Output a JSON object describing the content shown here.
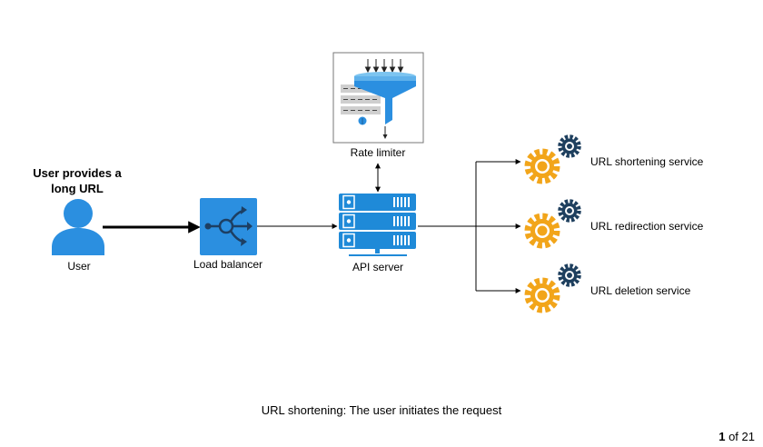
{
  "diagram": {
    "user": {
      "heading_line1": "User provides a",
      "heading_line2": "long URL",
      "label": "User",
      "icon": "user-icon"
    },
    "load_balancer": {
      "label": "Load balancer",
      "icon": "load-balancer-icon"
    },
    "rate_limiter": {
      "label": "Rate limiter",
      "icon": "funnel-icon"
    },
    "api_server": {
      "label": "API server",
      "icon": "server-rack-icon"
    },
    "services": [
      {
        "label": "URL shortening service",
        "icon": "gears-icon"
      },
      {
        "label": "URL redirection service",
        "icon": "gears-icon"
      },
      {
        "label": "URL deletion service",
        "icon": "gears-icon"
      }
    ],
    "colors": {
      "blue": "#2b8fe0",
      "server_blue": "#1f8ad8",
      "gear_orange": "#f2a51a",
      "gear_dark": "#1e3f5e"
    }
  },
  "caption": "URL shortening: The user initiates the request",
  "pager": {
    "current": "1",
    "of_label": "of 21"
  }
}
